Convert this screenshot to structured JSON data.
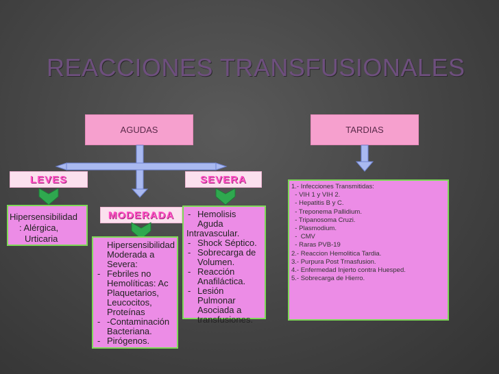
{
  "slide": {
    "title": "REACCIONES TRANSFUSIONALES",
    "agudas_label": "AGUDAS",
    "tardias_label": "TARDIAS",
    "leves_tag": "LEVES",
    "severa_tag": "SEVERA",
    "moderada_tag": "MODERADA",
    "leves_text": [
      "Hipersensibilidad",
      ": Alérgica,",
      "Urticaria"
    ],
    "moderada_list": [
      {
        "dash": "",
        "text": "Hipersensibilidad"
      },
      {
        "dash": "",
        "text": "Moderada a"
      },
      {
        "dash": "",
        "text": "Severa:",
        "indent": true
      },
      {
        "dash": "-",
        "text": "Febriles no"
      },
      {
        "dash": "",
        "text": "Hemolíticas: Ac",
        "indent": true
      },
      {
        "dash": "",
        "text": "Plaquetarios,",
        "indent": true
      },
      {
        "dash": "",
        "text": "Leucocitos,",
        "indent": true
      },
      {
        "dash": "",
        "text": "Proteínas",
        "indent": true
      },
      {
        "dash": "-",
        "text": "-Contaminación"
      },
      {
        "dash": "",
        "text": "Bacteriana.",
        "indent": true
      },
      {
        "dash": "-",
        "text": "Pirógenos."
      }
    ],
    "severa_list": [
      {
        "dash": "-",
        "text": "Hemolisis"
      },
      {
        "dash": "",
        "text": "Aguda",
        "indent": true
      },
      {
        "dash": "",
        "text": "Intravascular.",
        "flush": true
      },
      {
        "dash": "-",
        "text": "Shock Séptico."
      },
      {
        "dash": "-",
        "text": "Sobrecarga de"
      },
      {
        "dash": "",
        "text": "Volumen.",
        "indent": true
      },
      {
        "dash": "-",
        "text": "Reacción"
      },
      {
        "dash": "",
        "text": "Anafiláctica.",
        "indent": true
      },
      {
        "dash": "-",
        "text": "Lesión Pulmonar"
      },
      {
        "dash": "",
        "text": "Asociada a",
        "indent": true
      },
      {
        "dash": "",
        "text": "transfusiones.",
        "indent": true
      }
    ],
    "tardias_list": [
      "1.- Infecciones Transmitidas:",
      "  - VIH 1 y VIH 2.",
      "  - Hepatitis B y C.",
      "  - Treponema Pallidium.",
      "  - Tripanosoma Cruzi.",
      "  - Plasmodium.",
      "  -  CMV",
      "  - Raras PVB-19",
      "2.- Reaccion Hemolitica Tardia.",
      "3.- Purpura Post Trnasfusion.",
      "4.- Enfermedad Injerto contra Huesped.",
      "5.- Sobrecarga de Hierro."
    ],
    "colors": {
      "pink_box": "#ec8ce6",
      "header_box": "#f6a0ce",
      "green_border": "#7ed957",
      "arrow_blue": "#a9b9f0",
      "check_green": "#2fa84f",
      "title": "#6e4f7e"
    }
  }
}
